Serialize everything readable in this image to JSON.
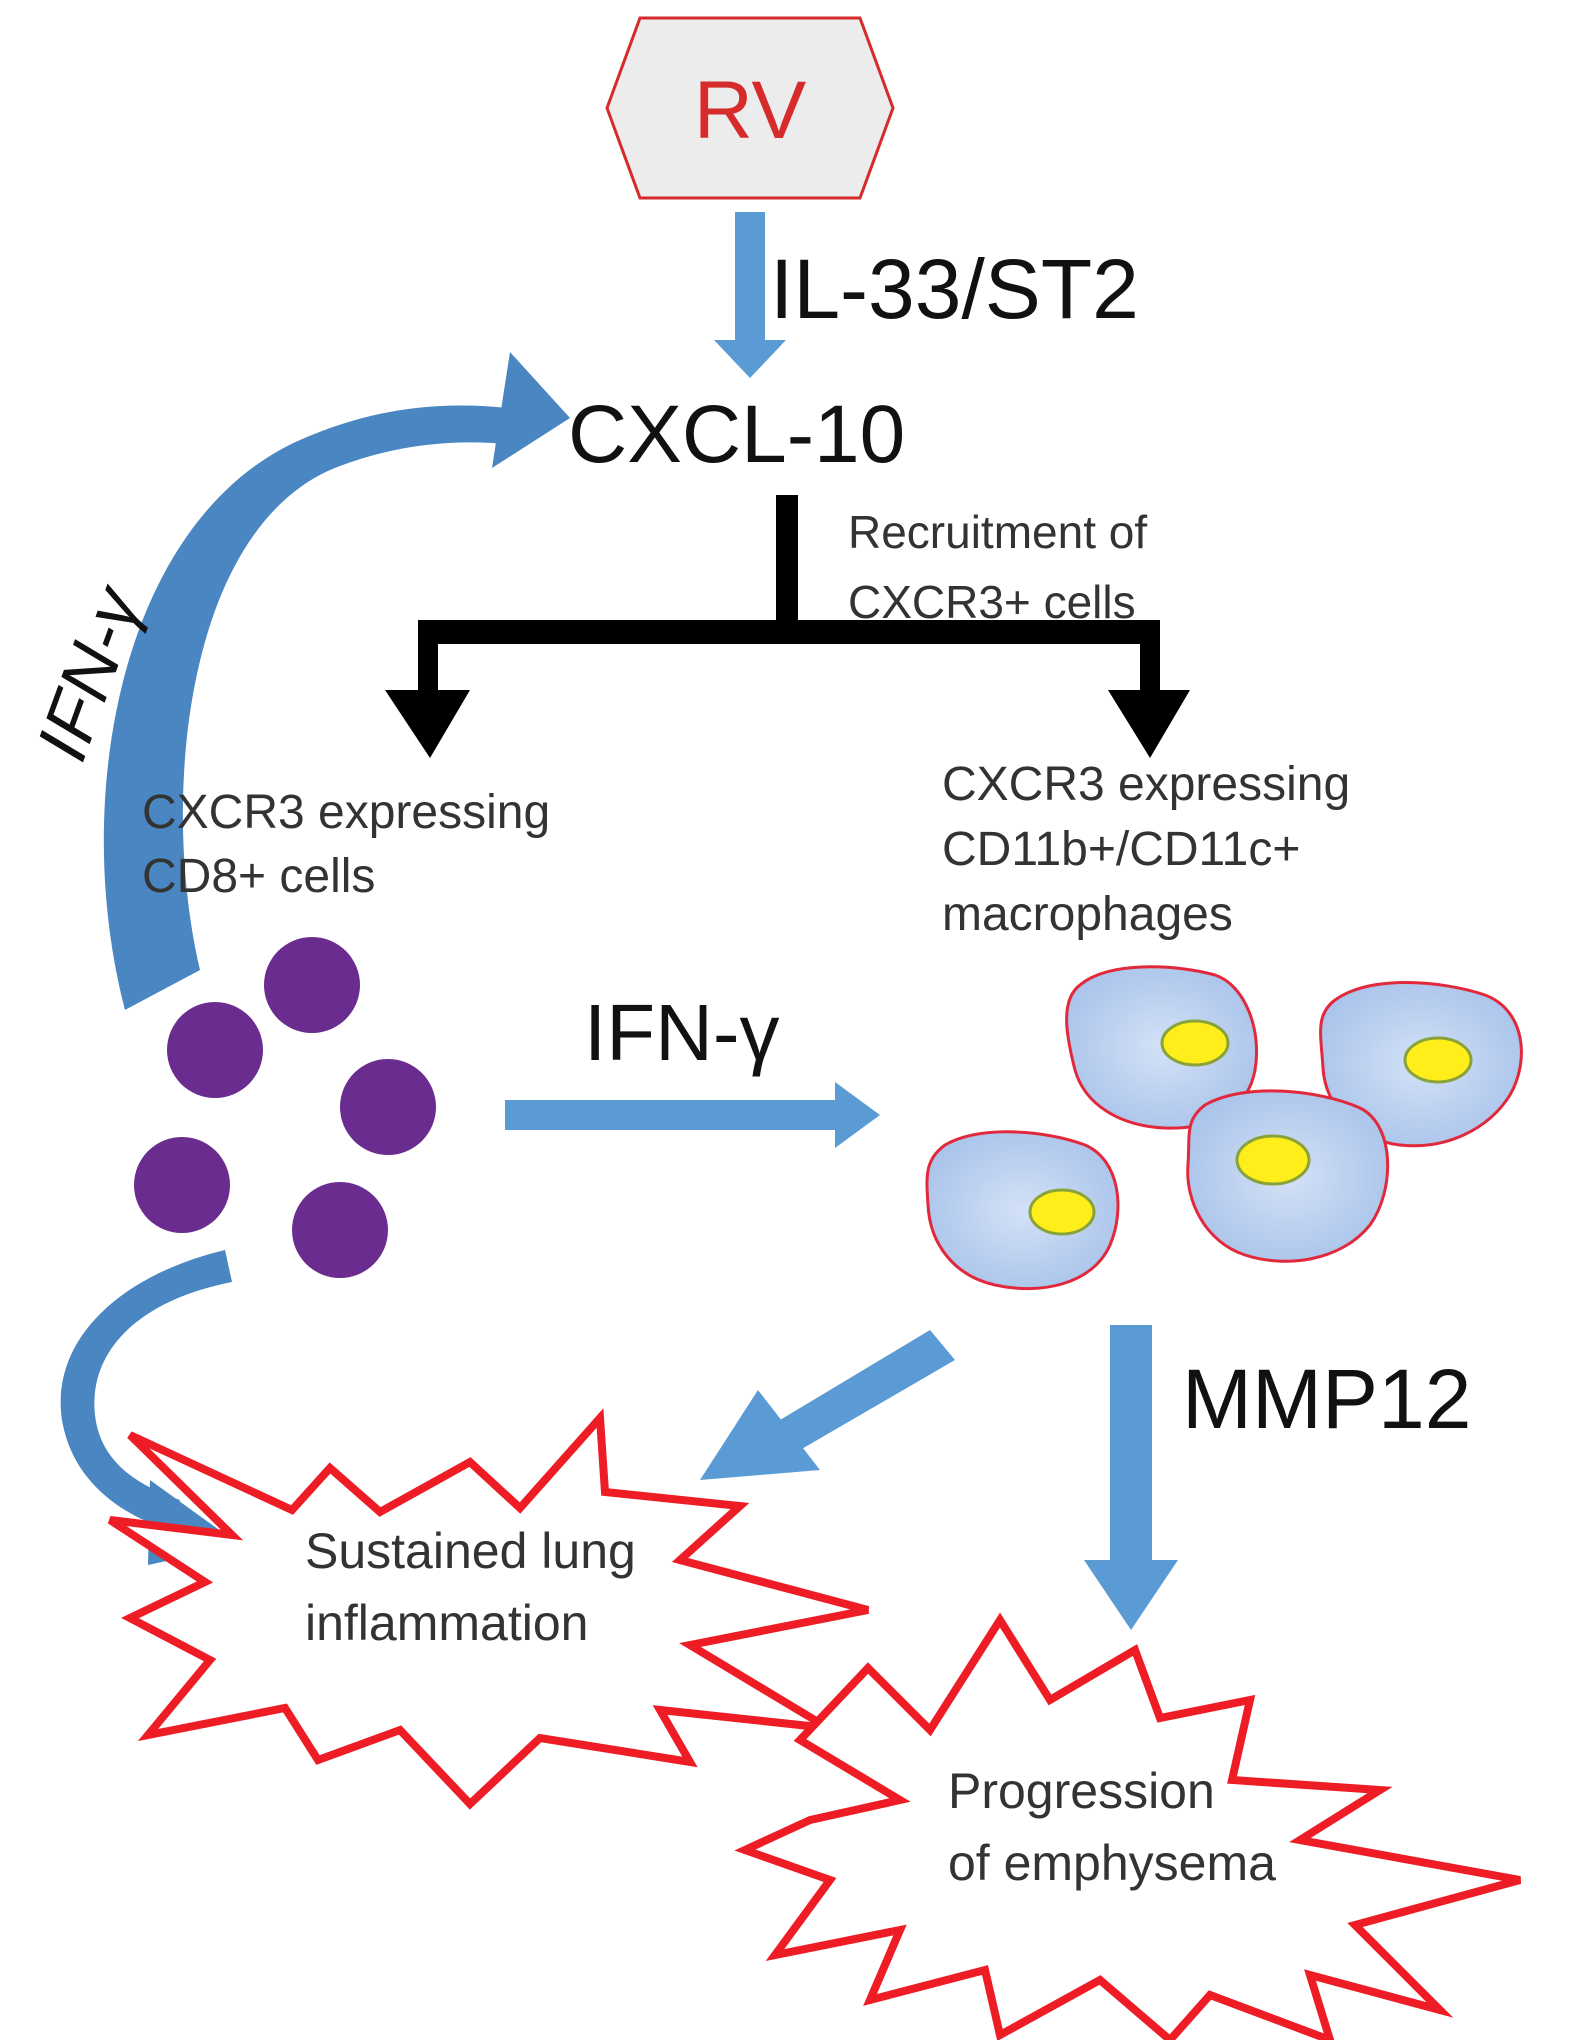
{
  "nodes": {
    "virus": {
      "label": "RV"
    },
    "il33": {
      "label": "IL-33/ST2"
    },
    "cxcl10": {
      "label": "CXCL-10"
    },
    "recruitment": {
      "line1": "Recruitment  of",
      "line2": "CXCR3+  cells"
    },
    "cd8": {
      "line1": "CXCR3  expressing",
      "line2": "CD8+  cells"
    },
    "macrophages": {
      "line1": "CXCR3  expressing",
      "line2": "CD11b+/CD11c+",
      "line3": "macrophages"
    },
    "ifn_loop": {
      "label": "IFN-γ"
    },
    "ifn_mid": {
      "label": "IFN-γ"
    },
    "mmp12": {
      "label": "MMP12"
    },
    "inflammation": {
      "line1": "Sustained lung",
      "line2": "inflammation"
    },
    "emphysema": {
      "line1": "Progression",
      "line2": "of emphysema"
    }
  },
  "colors": {
    "arrow_blue": "#5b9bd5",
    "arrow_blue_dark": "#4a86c2",
    "black": "#000000",
    "virus_red": "#d62b2b",
    "virus_fill": "#ececec",
    "cell_purple": "#6a2c8e",
    "macrophage_fill": "#b8cfee",
    "macrophage_outline": "#e2293c",
    "nucleus_fill": "#ffee1a",
    "nucleus_outline": "#8aa23a",
    "burst_outline": "#ee1c24"
  }
}
